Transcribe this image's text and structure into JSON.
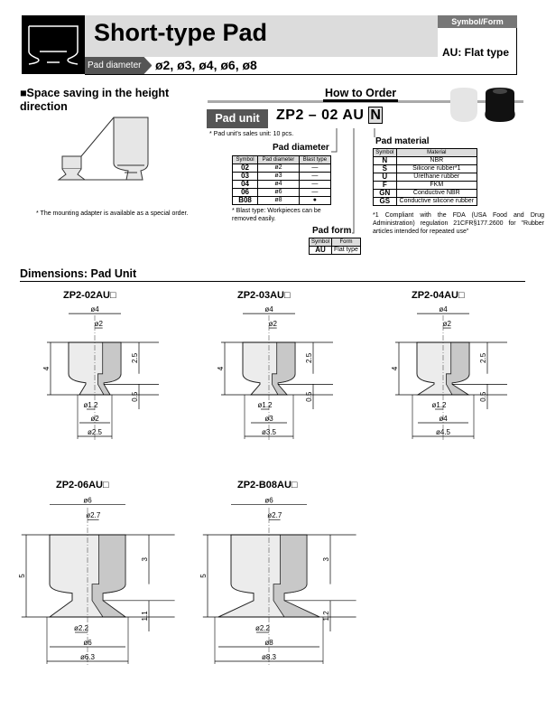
{
  "header": {
    "title": "Short-type Pad",
    "pad_diameter_label": "Pad diameter",
    "pad_diameter_values": "ø2, ø3, ø4, ø6, ø8",
    "symbol_form_label": "Symbol/Form",
    "symbol_form_value": "AU: Flat type"
  },
  "feature": {
    "title": "■Space saving in the height direction",
    "note": "* The mounting adapter is available as a special order."
  },
  "how_to_order": {
    "title": "How to Order",
    "pad_unit_label": "Pad unit",
    "model_prefix": "ZP2",
    "model_dash": "–",
    "model_diameter": "02",
    "model_form": "AU",
    "model_material": "N",
    "sales_note": "* Pad unit's sales unit: 10 pcs.",
    "diameter": {
      "title": "Pad diameter",
      "headers": [
        "Symbol",
        "Pad diameter",
        "Blast type"
      ],
      "rows": [
        [
          "02",
          "ø2",
          "—"
        ],
        [
          "03",
          "ø3",
          "—"
        ],
        [
          "04",
          "ø4",
          "—"
        ],
        [
          "06",
          "ø6",
          "—"
        ],
        [
          "B08",
          "ø8",
          "●"
        ]
      ],
      "note": "* Blast type: Workpieces can be removed easily."
    },
    "form": {
      "title": "Pad form",
      "headers": [
        "Symbol",
        "Form"
      ],
      "rows": [
        [
          "AU",
          "Flat type"
        ]
      ]
    },
    "material": {
      "title": "Pad material",
      "headers": [
        "Symbol",
        "Material"
      ],
      "rows": [
        [
          "N",
          "NBR"
        ],
        [
          "S",
          "Silicone rubber*1"
        ],
        [
          "U",
          "Urethane rubber"
        ],
        [
          "F",
          "FKM"
        ],
        [
          "GN",
          "Conductive NBR"
        ],
        [
          "GS",
          "Conductive silicone rubber"
        ]
      ],
      "note": "*1 Compliant with the FDA (USA Food and Drug Administration) regulation 21CFR§177.2600 for \"Rubber articles intended for repeated use\""
    }
  },
  "dimensions": {
    "title": "Dimensions: Pad Unit",
    "drawings": [
      {
        "title": "ZP2-02AU□",
        "outer": "ø4",
        "inner": "ø2",
        "height": "4",
        "upper": "2.5",
        "lip": "0.5",
        "hole": "ø1.2",
        "contact": "ø2",
        "base": "ø2.5"
      },
      {
        "title": "ZP2-03AU□",
        "outer": "ø4",
        "inner": "ø2",
        "height": "4",
        "upper": "2.5",
        "lip": "0.5",
        "hole": "ø1.2",
        "contact": "ø3",
        "base": "ø3.5"
      },
      {
        "title": "ZP2-04AU□",
        "outer": "ø4",
        "inner": "ø2",
        "height": "4",
        "upper": "2.5",
        "lip": "0.5",
        "hole": "ø1.2",
        "contact": "ø4",
        "base": "ø4.5"
      },
      {
        "title": "ZP2-06AU□",
        "outer": "ø6",
        "inner": "ø2.7",
        "height": "5",
        "upper": "3",
        "lip": "1.1",
        "hole": "ø2.2",
        "contact": "ø6",
        "base": "ø6.3"
      },
      {
        "title": "ZP2-B08AU□",
        "outer": "ø6",
        "inner": "ø2.7",
        "height": "5",
        "upper": "3",
        "lip": "1.2",
        "hole": "ø2.2",
        "contact": "ø8",
        "base": "ø8.3"
      }
    ]
  }
}
